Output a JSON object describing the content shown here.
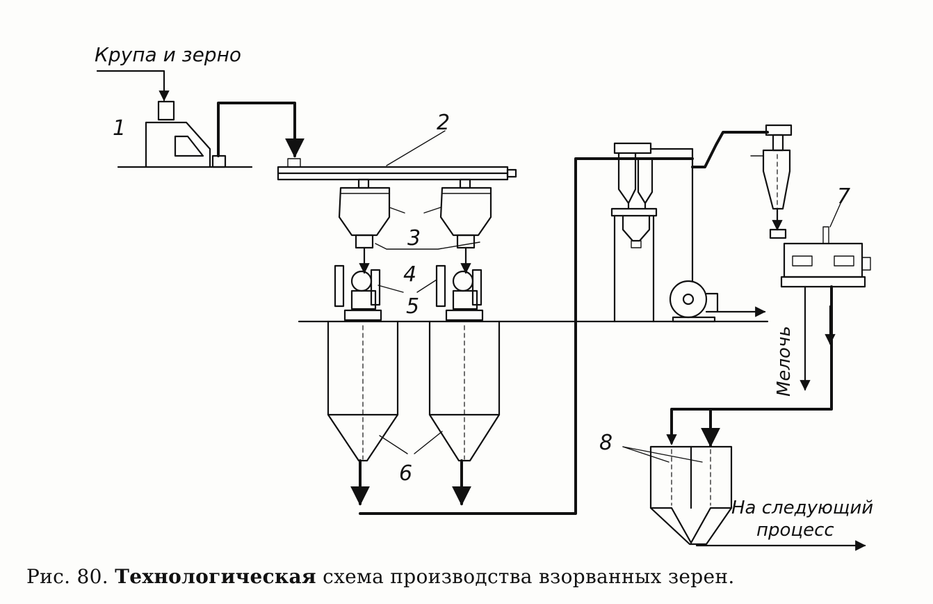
{
  "labels": {
    "input": "Крупа и зерно",
    "fines": "Мелочь",
    "next_process_line1": "На следующий",
    "next_process_line2": "процесс"
  },
  "numbers": {
    "n1": "1",
    "n2": "2",
    "n3": "3",
    "n4": "4",
    "n5": "5",
    "n6": "6",
    "n7": "7",
    "n8": "8"
  },
  "caption": {
    "figure_ref": "Рис. 80.",
    "title_bold": "Технологическая",
    "title_rest": "схема производства взорванных зерен."
  }
}
